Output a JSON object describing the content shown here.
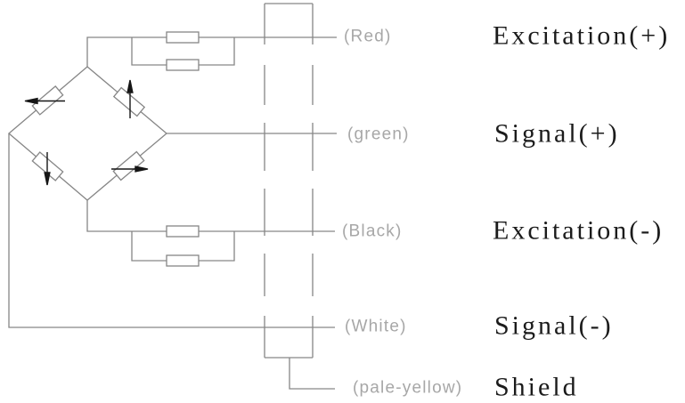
{
  "diagram": {
    "kind": "load-cell bridge wiring diagram",
    "wires": [
      {
        "color_label": "(Red)",
        "function_label": "Excitation(+)"
      },
      {
        "color_label": "(green)",
        "function_label": "Signal(+)"
      },
      {
        "color_label": "(Black)",
        "function_label": "Excitation(-)"
      },
      {
        "color_label": "(White)",
        "function_label": "Signal(-)"
      },
      {
        "color_label": "(pale-yellow)",
        "function_label": "Shield"
      }
    ],
    "icons": {
      "gauge_arrows": [
        "arrow-left-icon",
        "arrow-up-icon",
        "arrow-down-icon",
        "arrow-right-icon"
      ]
    },
    "colors": {
      "wire": "#868686",
      "color_label_text": "#a7a7a7",
      "function_label_text": "#1b1b1b",
      "arrow": "#000000",
      "background": "#ffffff"
    }
  }
}
